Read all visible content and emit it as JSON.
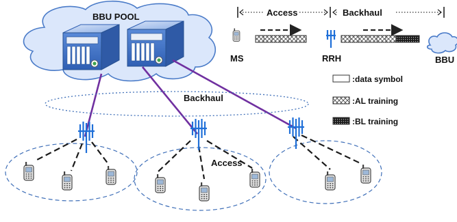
{
  "labels": {
    "bbu_pool": "BBU POOL",
    "backhaul_network": "Backhaul",
    "access_network": "Access",
    "access_header": "Access",
    "backhaul_header": "Backhaul",
    "ms": "MS",
    "rrh": "RRH",
    "bbu": "BBU"
  },
  "legend": [
    {
      "label": ":data symbol",
      "pattern": "data-symbol"
    },
    {
      "label": ":AL training",
      "pattern": "al-training"
    },
    {
      "label": ":BL training",
      "pattern": "bl-training"
    }
  ],
  "colors": {
    "cloud_fill": "#dbe7fb",
    "cloud_stroke": "#4a7bc8",
    "fiber": "#7030a0",
    "antenna": "#1f6fd8",
    "server_blue": "#3c6fc4",
    "ellipse": "#3f6fb8"
  },
  "icons": [
    "cloud-icon",
    "server-icon",
    "antenna-icon",
    "phone-icon"
  ]
}
